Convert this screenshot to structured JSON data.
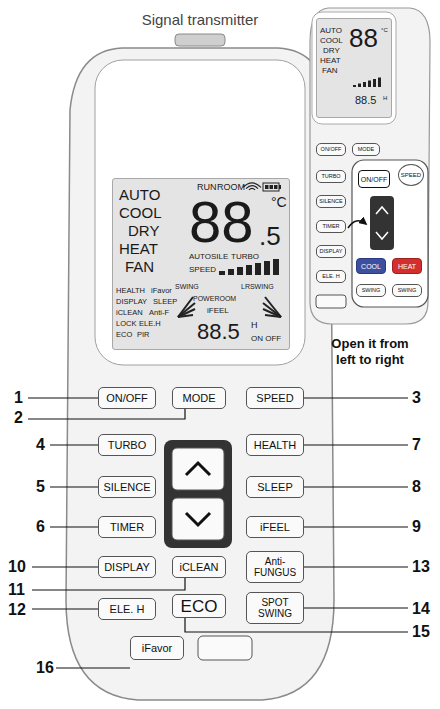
{
  "diagram": {
    "nodes": [
      {
        "text": [
          "Signal transmitter"
        ]
      },
      {
        "text": [
          "AUTO",
          "COOL",
          "DRY",
          "HEAT",
          "FAN",
          "RUN",
          "ROOM",
          "88",
          "°C",
          ".5",
          "AUTO",
          "SILE",
          "TURBO",
          "SPEED",
          "HEALTH",
          "iFavor",
          "DISPLAY",
          "SLEEP",
          "iCLEAN",
          "Anti-F",
          "LOCK",
          "ELE.H",
          "ECO",
          "PIR",
          "SWING",
          "POWEROOM",
          "LRSWING",
          "iFEEL",
          "88.5",
          "H",
          "ON OFF"
        ],
        "in": 0
      },
      {
        "text": [
          "ON/OFF"
        ],
        "in": 0
      },
      {
        "text": [
          "MODE"
        ],
        "in": 0
      },
      {
        "text": [
          "SPEED"
        ],
        "in": 0
      },
      {
        "text": [
          "TURBO"
        ],
        "in": 0
      },
      {
        "text": [
          "HEALTH"
        ],
        "in": 0
      },
      {
        "text": [
          "SILENCE"
        ],
        "in": 0
      },
      {
        "text": [
          "SLEEP"
        ],
        "in": 0
      },
      {
        "text": [
          "TIMER"
        ],
        "in": 0
      },
      {
        "text": [
          "iFEEL"
        ],
        "in": 0
      },
      {
        "text": [
          "DISPLAY"
        ],
        "in": 0
      },
      {
        "text": [
          "iCLEAN"
        ],
        "in": 0
      },
      {
        "text": [
          "Anti- FUNGUS"
        ],
        "in": 0
      },
      {
        "text": [
          "ELE. H"
        ],
        "in": 0
      },
      {
        "text": [
          "ECO"
        ],
        "in": 0
      },
      {
        "text": [
          "SPOT SWING"
        ],
        "in": 0
      },
      {
        "text": [
          "iFavor"
        ],
        "in": 0
      },
      {
        "text": [
          "Open it from left to right"
        ]
      },
      {
        "text": [
          "AUTO",
          "COOL",
          "DRY",
          "HEAT",
          "FAN",
          "88",
          "°C",
          "88.5",
          "H"
        ],
        "in": 18
      },
      {
        "text": [
          "ON/OFF"
        ],
        "in": 18
      },
      {
        "text": [
          "MODE"
        ],
        "in": 18
      },
      {
        "text": [
          "SPEED"
        ],
        "in": 18
      },
      {
        "text": [
          "ON/OFF"
        ],
        "in": 18
      },
      {
        "text": [
          "TURBO"
        ],
        "in": 18
      },
      {
        "text": [
          "SILENCE"
        ],
        "in": 18
      },
      {
        "text": [
          "TIMER"
        ],
        "in": 18
      },
      {
        "text": [
          "DISPLAY"
        ],
        "in": 18
      },
      {
        "text": [
          "COOL"
        ],
        "in": 18
      },
      {
        "text": [
          "HEAT"
        ],
        "in": 18
      },
      {
        "text": [
          "ELE. H"
        ],
        "in": 18
      },
      {
        "text": [
          "SWING"
        ],
        "in": 18
      },
      {
        "text": [
          "SWING"
        ],
        "in": 18
      }
    ],
    "labels": [
      "1",
      "2",
      "3",
      "4",
      "5",
      "6",
      "7",
      "8",
      "9",
      "10",
      "11",
      "12",
      "13",
      "14",
      "15",
      "16"
    ]
  }
}
